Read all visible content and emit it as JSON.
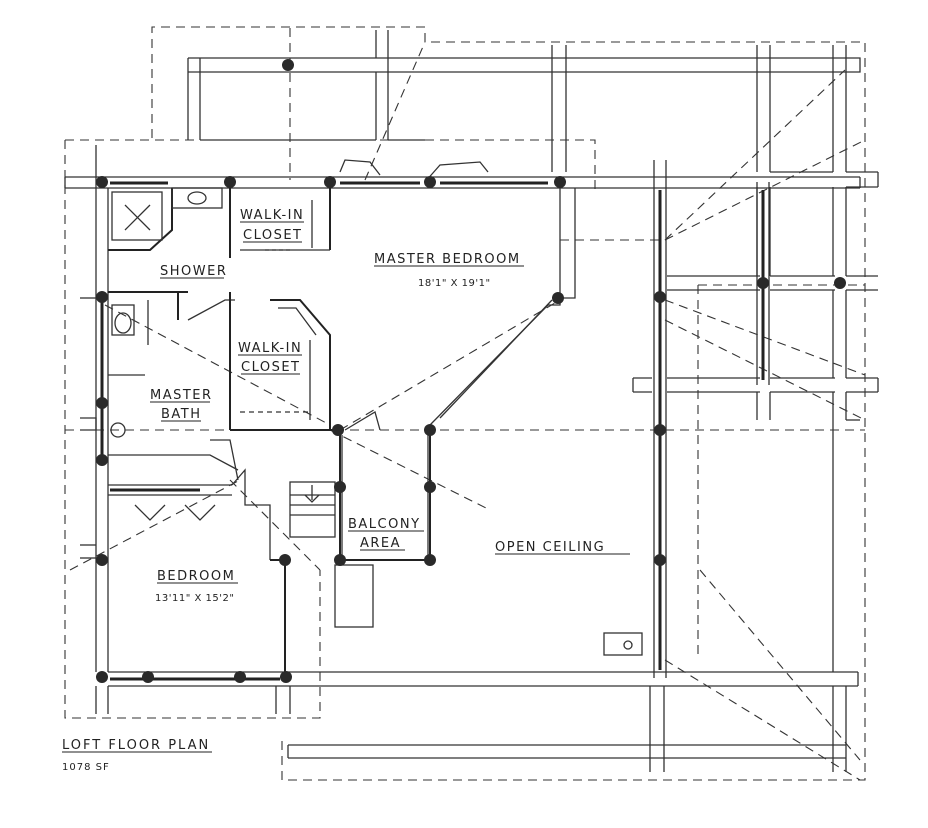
{
  "rooms": {
    "walk_in_closet_upper": {
      "line1": "WALK-IN",
      "line2": "CLOSET"
    },
    "master_bedroom": {
      "name": "MASTER BEDROOM",
      "size": "18'1\" X 19'1\""
    },
    "shower": {
      "name": "SHOWER"
    },
    "walk_in_closet_lower": {
      "line1": "WALK-IN",
      "line2": "CLOSET"
    },
    "master_bath": {
      "line1": "MASTER",
      "line2": "BATH"
    },
    "balcony": {
      "line1": "BALCONY",
      "line2": "AREA"
    },
    "open_ceiling": {
      "name": "OPEN CEILING"
    },
    "bedroom": {
      "name": "BEDROOM",
      "size": "13'11\" X 15'2\""
    }
  },
  "title": {
    "text": "LOFT FLOOR PLAN",
    "area": "1078 SF"
  }
}
